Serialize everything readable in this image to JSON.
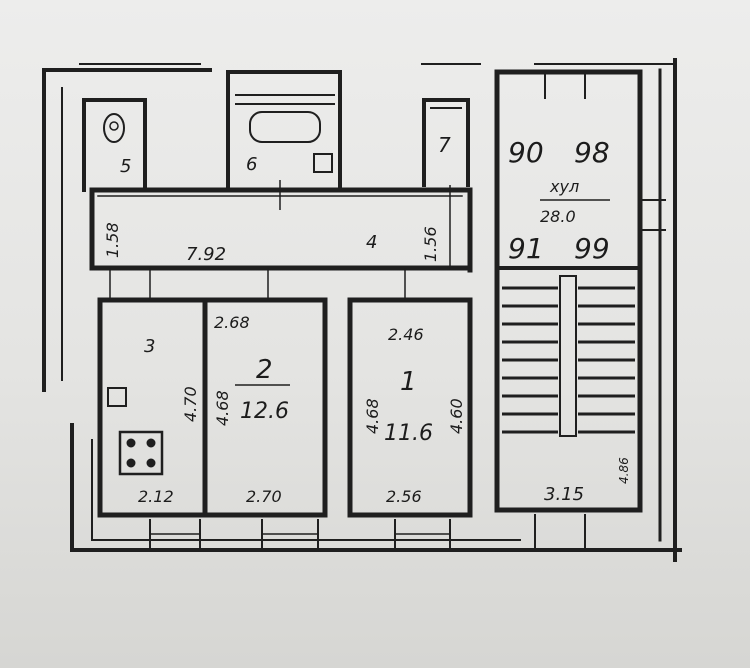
{
  "rooms": [
    {
      "id": "room-1",
      "number": "1",
      "area": "11.6",
      "width_top": "2.46",
      "width_bottom": "2.56",
      "length_left": "4.68",
      "length_right": "4.60"
    },
    {
      "id": "room-2",
      "number": "2",
      "area": "12.6",
      "width_top": "2.68",
      "width_bottom": "2.70",
      "length": "4.68"
    },
    {
      "id": "room-3",
      "number": "3",
      "width_bottom": "2.12",
      "length": "4.70"
    },
    {
      "id": "room-4",
      "number": "4",
      "length": "7.92",
      "width_left": "1.58",
      "width_right": "1.56"
    },
    {
      "id": "room-5",
      "number": "5"
    },
    {
      "id": "room-6",
      "number": "6"
    },
    {
      "id": "room-7",
      "number": "7"
    }
  ],
  "stairwell": {
    "apt_top_left": "90",
    "apt_top_right": "98",
    "apt_bottom_left": "91",
    "apt_bottom_right": "99",
    "label": "хул",
    "area": "28.0",
    "width": "3.15",
    "side_dim": "4.86"
  },
  "colors": {
    "ink": "#1c1c1c",
    "wall": "#1f1f1f",
    "paper": "#ececea"
  }
}
